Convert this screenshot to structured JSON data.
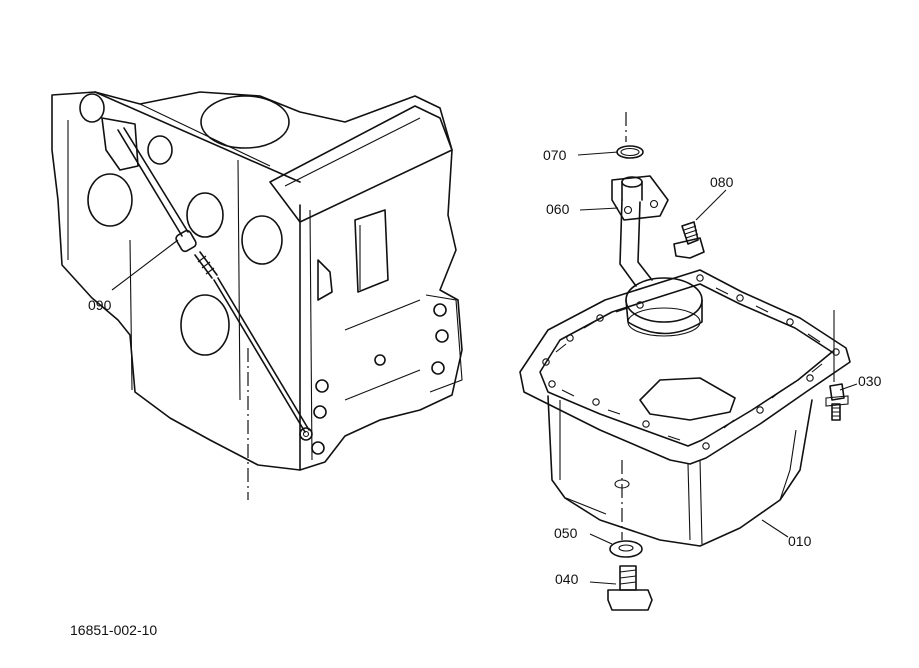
{
  "drawing_code": "16851-002-10",
  "callouts": [
    {
      "id": "070",
      "label": "070"
    },
    {
      "id": "080",
      "label": "080"
    },
    {
      "id": "060",
      "label": "060"
    },
    {
      "id": "090",
      "label": "090"
    },
    {
      "id": "030",
      "label": "030"
    },
    {
      "id": "050",
      "label": "050"
    },
    {
      "id": "010",
      "label": "010"
    },
    {
      "id": "040",
      "label": "040"
    }
  ]
}
